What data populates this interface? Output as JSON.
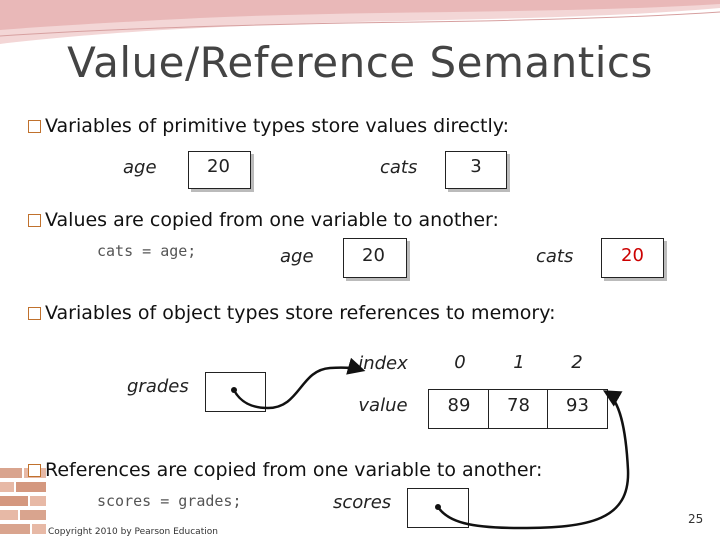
{
  "title": "Value/Reference Semantics",
  "bullets": [
    "Variables of primitive types store values directly:",
    "Values are copied from one variable to another:",
    "Variables of object types store references to memory:",
    "References are copied from one variable to another:"
  ],
  "section1": {
    "age_label": "age",
    "age_value": "20",
    "cats_label": "cats",
    "cats_value": "3"
  },
  "section2": {
    "code": "cats = age;",
    "age_label": "age",
    "age_value": "20",
    "cats_label": "cats",
    "cats_value": "20",
    "highlight_color": "#cc0000"
  },
  "section3": {
    "grades_label": "grades",
    "index_label": "index",
    "indices": [
      "0",
      "1",
      "2"
    ],
    "value_label": "value",
    "values": [
      "89",
      "78",
      "93"
    ]
  },
  "section4": {
    "code": "scores = grades;",
    "scores_label": "scores"
  },
  "footer": {
    "copyright": "Copyright 2010 by Pearson Education",
    "page_number": "25"
  },
  "colors": {
    "accent": "#c0712d",
    "header_band": "#e8b0b0"
  }
}
